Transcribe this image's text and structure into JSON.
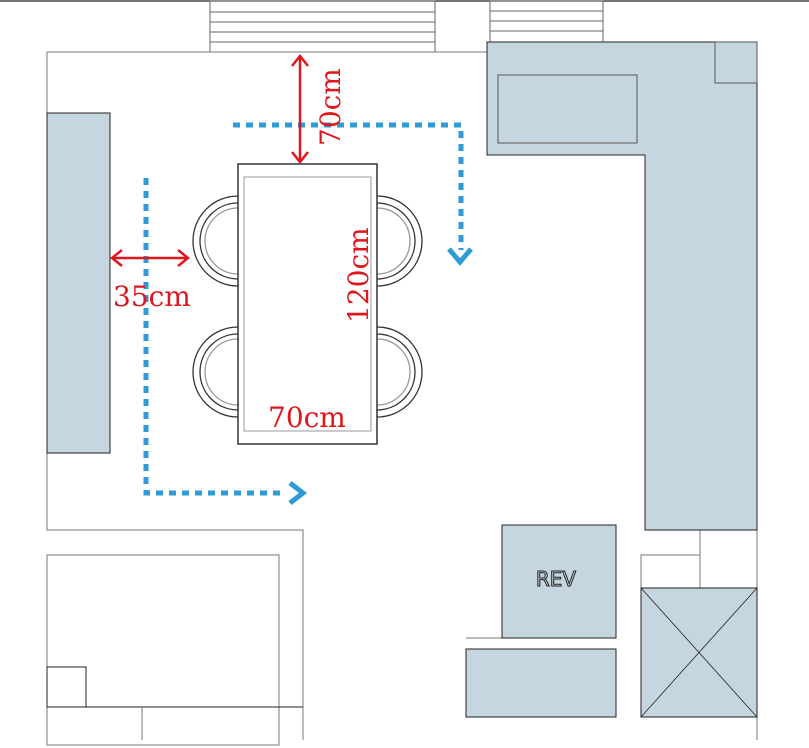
{
  "title": "Dining area clearance floor plan",
  "dimensions": {
    "top_clearance": "70cm",
    "side_clearance": "35cm",
    "table_length": "120cm",
    "table_width": "70cm"
  },
  "appliance_label": "REV",
  "colors": {
    "furniture_fill": "#c5d6e0",
    "dimension": "#e0161d",
    "path": "#2e9bd6",
    "line": "#222222"
  }
}
